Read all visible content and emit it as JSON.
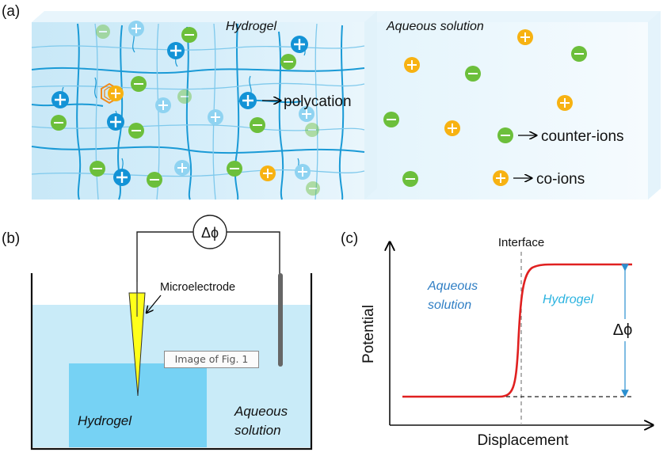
{
  "panel_a": {
    "label": "(a)",
    "hydrogel_label": "Hydrogel",
    "aqueous_label": "Aqueous solution",
    "polycation_label": "polycation",
    "counter_ions_label": "counter-ions",
    "co_ions_label": "co-ions",
    "plus_symbol": "+",
    "minus_symbol": "−"
  },
  "panel_b": {
    "label": "(b)",
    "delta_phi": "Δϕ",
    "microelectrode_label": "Microelectrode",
    "hydrogel_label": "Hydrogel",
    "aqueous_line1": "Aqueous",
    "aqueous_line2": "solution",
    "tooltip": "Image of Fig. 1"
  },
  "panel_c": {
    "label": "(c)",
    "interface_label": "Interface",
    "aqueous_line1": "Aqueous",
    "aqueous_line2": "solution",
    "hydrogel_label": "Hydrogel",
    "delta_phi": "Δϕ",
    "y_axis_label": "Potential",
    "x_axis_label": "Displacement"
  },
  "colors": {
    "gel_bg": "#d2ecf8",
    "network_blue": "#1a9ad6",
    "polycation_blue": "#1393d6",
    "light_blue_ion": "#8fd3f1",
    "green_ion": "#6cbf3b",
    "orange_ion": "#f7b212",
    "curve_red": "#e02020",
    "solution_blue": "#c9ebf8",
    "gel_block_blue": "#76d2f4",
    "electrode_yellow": "#ffff1a"
  }
}
